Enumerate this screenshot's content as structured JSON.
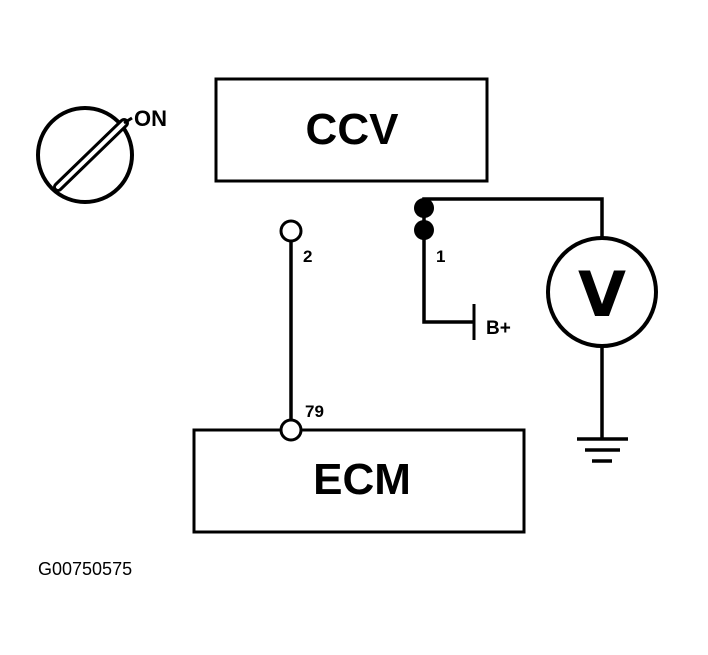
{
  "switch": {
    "state_label": "ON"
  },
  "modules": {
    "ccv": "CCV",
    "ecm": "ECM"
  },
  "pins": {
    "ccv_pin_2": "2",
    "ccv_pin_1": "1",
    "ecm_pin_79": "79"
  },
  "meter": {
    "symbol": "V"
  },
  "supply": {
    "label": "B+"
  },
  "figure_id": "G00750575"
}
